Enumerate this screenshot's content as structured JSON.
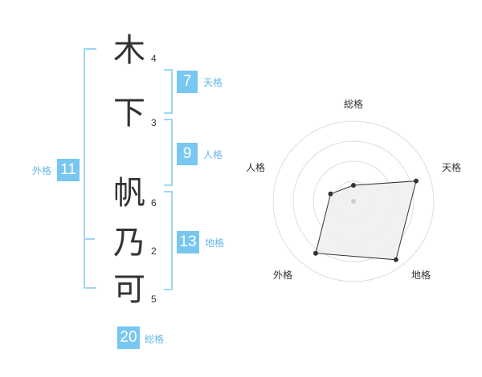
{
  "name_chars": [
    {
      "char": "木",
      "strokes": "4"
    },
    {
      "char": "下",
      "strokes": "3"
    },
    {
      "char": "帆",
      "strokes": "6"
    },
    {
      "char": "乃",
      "strokes": "2"
    },
    {
      "char": "可",
      "strokes": "5"
    }
  ],
  "fortunes": {
    "tenkaku": {
      "value": "7",
      "label": "天格"
    },
    "jinkaku": {
      "value": "9",
      "label": "人格"
    },
    "chikaku": {
      "value": "13",
      "label": "地格"
    },
    "gaikaku": {
      "value": "11",
      "label": "外格"
    },
    "soukaku": {
      "value": "20",
      "label": "総格"
    }
  },
  "chart_data": {
    "type": "radar",
    "axes": [
      "総格",
      "天格",
      "地格",
      "外格",
      "人格"
    ],
    "values": [
      0.2,
      0.82,
      0.9,
      0.8,
      0.3
    ],
    "rings": 4,
    "colors": {
      "fill": "#efefef",
      "line": "#333333",
      "ring": "#dddddd",
      "center": "#cccccc"
    }
  }
}
